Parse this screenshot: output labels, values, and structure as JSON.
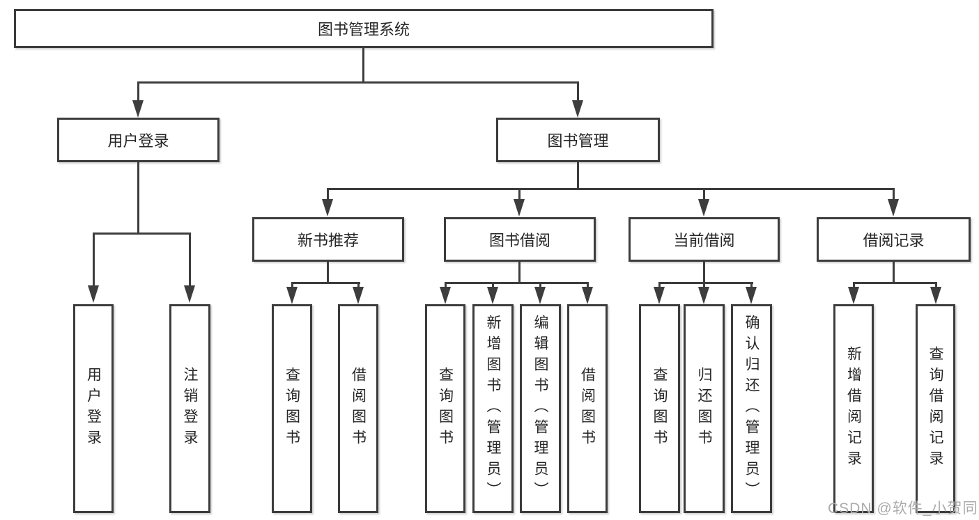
{
  "nodes": {
    "root": "图书管理系统",
    "user_login": "用户登录",
    "book_mgmt": "图书管理",
    "new_book": "新书推荐",
    "book_borrow": "图书借阅",
    "current_borrow": "当前借阅",
    "borrow_record": "借阅记录",
    "leaf_user_login": "用户登录",
    "leaf_logout": "注销登录",
    "nb_query": "查询图书",
    "nb_borrow": "借阅图书",
    "bb_query": "查询图书",
    "bb_add": "新增图书（管理员）",
    "bb_edit": "编辑图书（管理员）",
    "bb_borrow": "借阅图书",
    "cb_query": "查询图书",
    "cb_return": "归还图书",
    "cb_confirm": "确认归还（管理员）",
    "br_add": "新增借阅记录",
    "br_query": "查询借阅记录"
  },
  "hierarchy": {
    "图书管理系统": {
      "用户登录": [
        "用户登录",
        "注销登录"
      ],
      "图书管理": {
        "新书推荐": [
          "查询图书",
          "借阅图书"
        ],
        "图书借阅": [
          "查询图书",
          "新增图书（管理员）",
          "编辑图书（管理员）",
          "借阅图书"
        ],
        "当前借阅": [
          "查询图书",
          "归还图书",
          "确认归还（管理员）"
        ],
        "借阅记录": [
          "新增借阅记录",
          "查询借阅记录"
        ]
      }
    }
  },
  "watermark": "CSDN @软件_小贺同学",
  "colors": {
    "line": "#3d3d3d",
    "box_border": "#3c3c3c",
    "text": "#262626",
    "watermark": "#ababab",
    "background": "#ffffff"
  }
}
